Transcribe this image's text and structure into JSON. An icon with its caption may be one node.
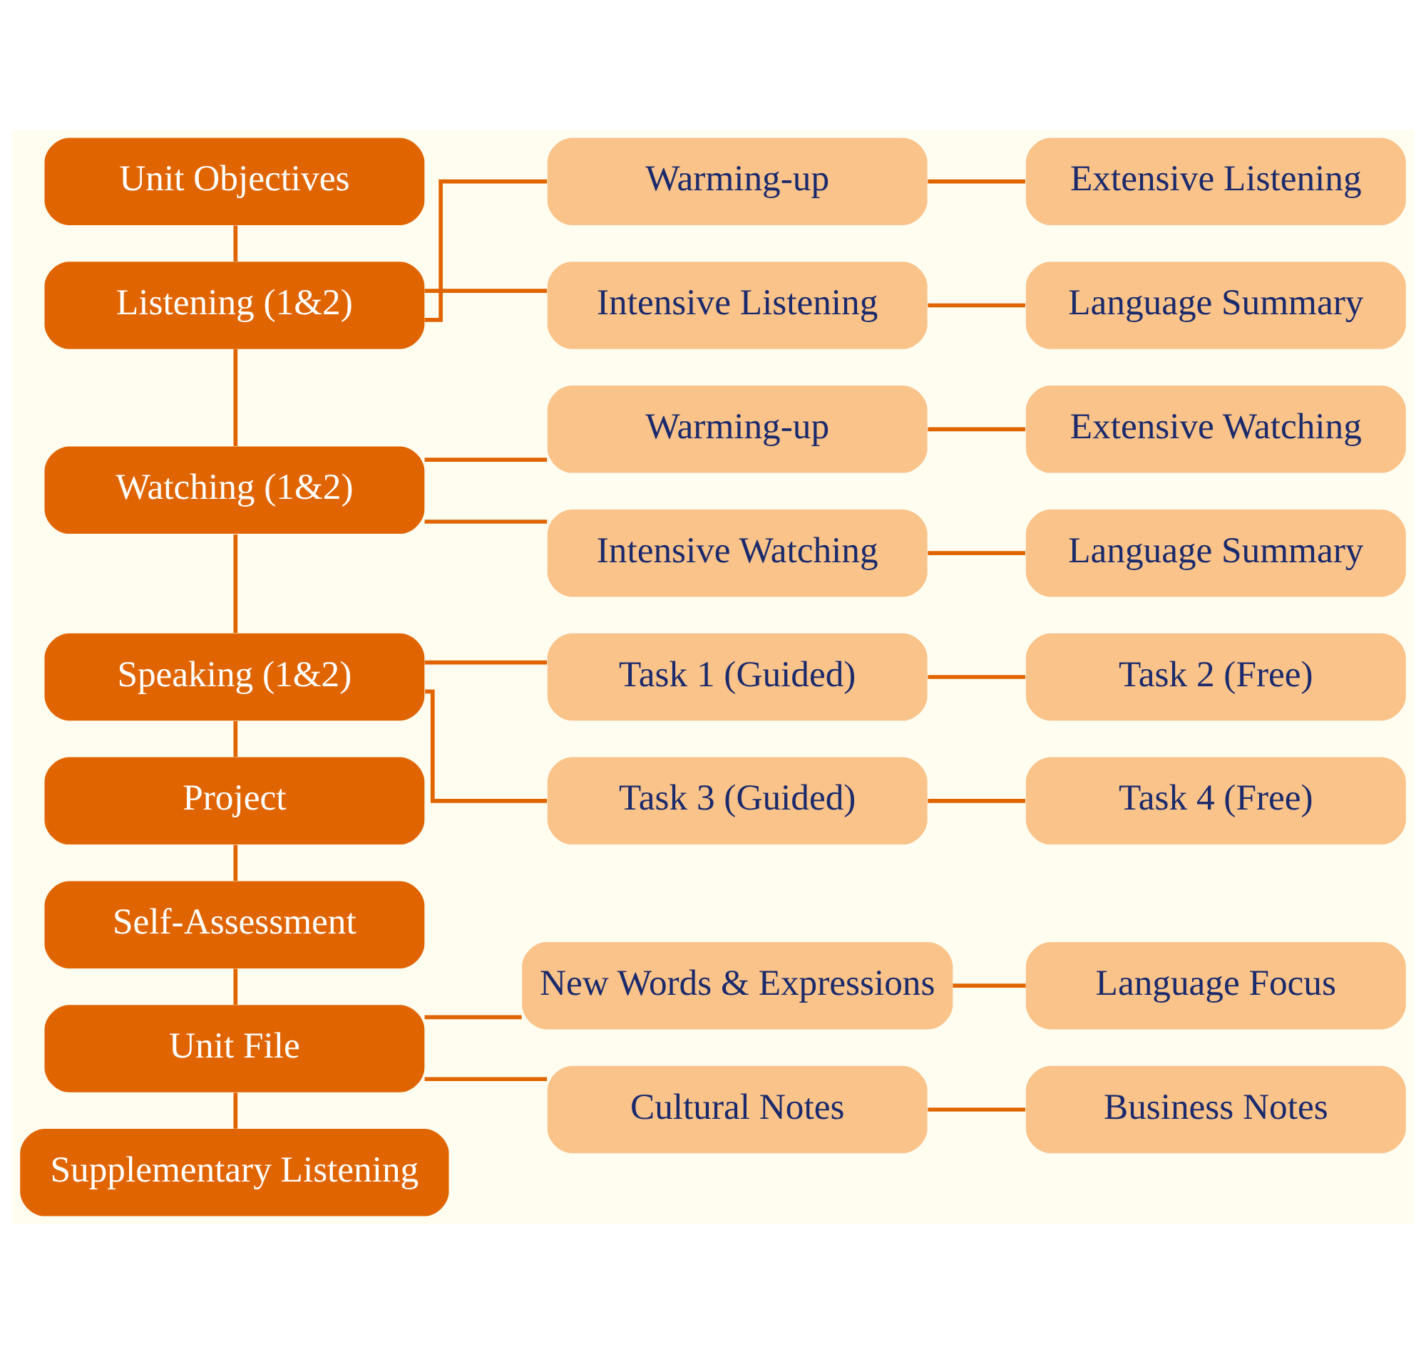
{
  "diagram": {
    "nodes": [
      {
        "text": [
          "Unit Objectives"
        ]
      },
      {
        "text": [
          "Listening (1&2)"
        ]
      },
      {
        "text": [
          "Warming-up"
        ]
      },
      {
        "text": [
          "Extensive Listening"
        ]
      },
      {
        "text": [
          "Intensive Listening"
        ]
      },
      {
        "text": [
          "Language Summary"
        ]
      },
      {
        "text": [
          "Watching (1&2)"
        ]
      },
      {
        "text": [
          "Warming-up"
        ]
      },
      {
        "text": [
          "Extensive Watching"
        ]
      },
      {
        "text": [
          "Intensive Watching"
        ]
      },
      {
        "text": [
          "Language Summary"
        ]
      },
      {
        "text": [
          "Speaking (1&2)"
        ]
      },
      {
        "text": [
          "Task 1 (Guided)"
        ]
      },
      {
        "text": [
          "Task 2 (Free)"
        ]
      },
      {
        "text": [
          "Task 3 (Guided)"
        ]
      },
      {
        "text": [
          "Task 4 (Free)"
        ]
      },
      {
        "text": [
          "Project"
        ]
      },
      {
        "text": [
          "Self-Assessment"
        ]
      },
      {
        "text": [
          "Unit File"
        ]
      },
      {
        "text": [
          "New Words & Expressions"
        ]
      },
      {
        "text": [
          "Language Focus"
        ]
      },
      {
        "text": [
          "Cultural Notes"
        ]
      },
      {
        "text": [
          "Business Notes"
        ]
      },
      {
        "text": [
          "Supplementary Listening"
        ]
      }
    ],
    "edges": [
      {
        "from": 0,
        "to": 1,
        "arrow": "none"
      },
      {
        "from": 1,
        "to": 6,
        "arrow": "none"
      },
      {
        "from": 6,
        "to": 11,
        "arrow": "none"
      },
      {
        "from": 11,
        "to": 16,
        "arrow": "none"
      },
      {
        "from": 16,
        "to": 17,
        "arrow": "none"
      },
      {
        "from": 17,
        "to": 18,
        "arrow": "none"
      },
      {
        "from": 18,
        "to": 23,
        "arrow": "none"
      },
      {
        "from": 1,
        "to": 2,
        "arrow": "none"
      },
      {
        "from": 1,
        "to": 4,
        "arrow": "none"
      },
      {
        "from": 2,
        "to": 3,
        "arrow": "none"
      },
      {
        "from": 4,
        "to": 5,
        "arrow": "none"
      },
      {
        "from": 6,
        "to": 7,
        "arrow": "none"
      },
      {
        "from": 6,
        "to": 9,
        "arrow": "none"
      },
      {
        "from": 7,
        "to": 8,
        "arrow": "none"
      },
      {
        "from": 9,
        "to": 10,
        "arrow": "none"
      },
      {
        "from": 11,
        "to": 12,
        "arrow": "none"
      },
      {
        "from": 11,
        "to": 14,
        "arrow": "none"
      },
      {
        "from": 12,
        "to": 13,
        "arrow": "none"
      },
      {
        "from": 14,
        "to": 15,
        "arrow": "none"
      },
      {
        "from": 18,
        "to": 19,
        "arrow": "none"
      },
      {
        "from": 18,
        "to": 21,
        "arrow": "none"
      },
      {
        "from": 19,
        "to": 20,
        "arrow": "none"
      },
      {
        "from": 21,
        "to": 22,
        "arrow": "none"
      }
    ]
  }
}
